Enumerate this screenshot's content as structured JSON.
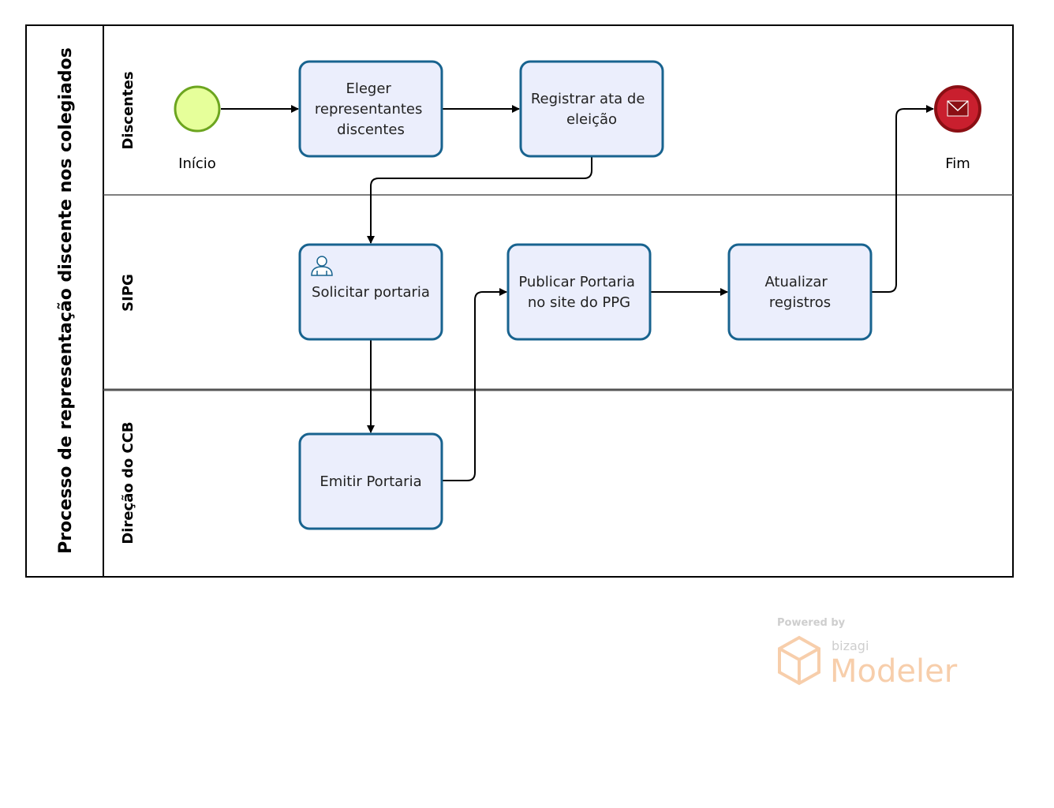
{
  "pool": {
    "title": "Processo de representação discente nos colegiados"
  },
  "lanes": [
    {
      "id": "discentes",
      "title": "Discentes"
    },
    {
      "id": "sipg",
      "title": "SIPG"
    },
    {
      "id": "ccb",
      "title": "Direção do CCB"
    }
  ],
  "events": {
    "start": {
      "label": "Início",
      "color": "#e6ff9a",
      "stroke": "#6ca51f"
    },
    "end": {
      "label": "Fim",
      "color": "#c91f2e",
      "stroke": "#8b0f14"
    }
  },
  "tasks": [
    {
      "id": "eleger",
      "lines": [
        "Eleger",
        "representantes",
        "discentes"
      ]
    },
    {
      "id": "registrar",
      "lines": [
        "Registrar ata de",
        "eleição"
      ]
    },
    {
      "id": "solicitar",
      "lines": [
        "Solicitar portaria"
      ],
      "icon": "user-task-icon"
    },
    {
      "id": "publicar",
      "lines": [
        "Publicar Portaria",
        "no site do PPG"
      ]
    },
    {
      "id": "atualizar",
      "lines": [
        "Atualizar",
        "registros"
      ]
    },
    {
      "id": "emitir",
      "lines": [
        "Emitir Portaria"
      ]
    }
  ],
  "colors": {
    "task_fill": "#ebeefc",
    "task_stroke": "#18638f"
  },
  "watermark": {
    "powered_by": "Powered by",
    "brand": "bizagi",
    "product": "Modeler"
  }
}
